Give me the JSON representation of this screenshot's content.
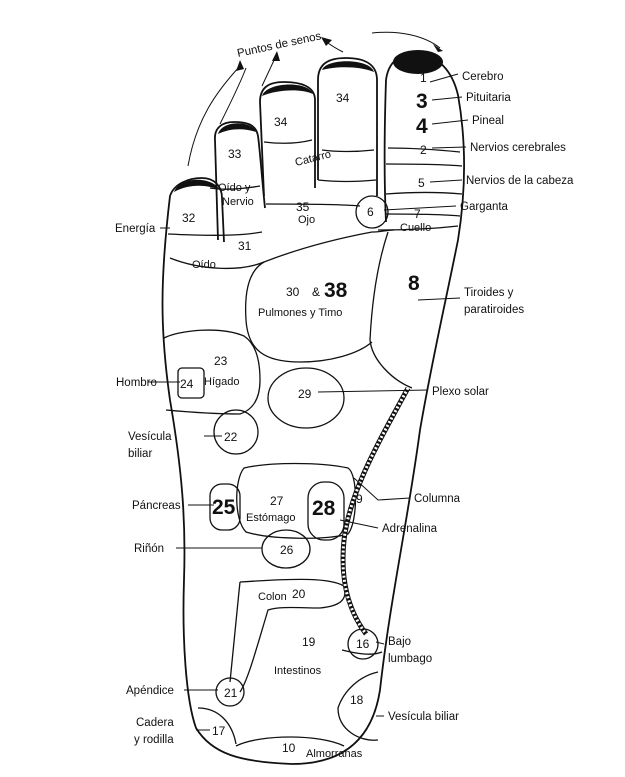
{
  "header": {
    "sinus_label": "Puntos de senos"
  },
  "labels_right": {
    "cerebro": "Cerebro",
    "pituitaria": "Pituitaria",
    "pineal": "Pineal",
    "nervios_cerebrales": "Nervios cerebrales",
    "nervios_cabeza": "Nervios de la cabeza",
    "garganta": "Garganta",
    "tiroides_1": "Tiroides y",
    "tiroides_2": "paratiroides",
    "plexo_solar": "Plexo solar",
    "columna": "Columna",
    "adrenalina": "Adrenalina",
    "bajo_lumbago_1": "Bajo",
    "bajo_lumbago_2": "lumbago",
    "vesicula_biliar_right": "Vesícula biliar"
  },
  "labels_left": {
    "energia": "Energía",
    "hombro": "Hombro",
    "vesicula_1": "Vesícula",
    "vesicula_2": "biliar",
    "pancreas": "Páncreas",
    "rinon": "Riñón",
    "apendice": "Apéndice",
    "cadera_1": "Cadera",
    "cadera_2": "y rodilla"
  },
  "zones": {
    "catarro": "Catarro",
    "oido_nervio_1": "Oído y",
    "oido_nervio_2": "Nervio",
    "ojo": "Ojo",
    "oido": "Oído",
    "cuello": "Cuello",
    "pulmones": "Pulmones y Timo",
    "higado": "Hígado",
    "estomago": "Estómago",
    "colon": "Colon",
    "intestinos": "Intestinos",
    "almorranas": "Almorranas"
  },
  "numbers": {
    "n1": "1",
    "n3": "3",
    "n4": "4",
    "n2": "2",
    "n5": "5",
    "n6": "6",
    "n7": "7",
    "n8": "8",
    "n9": "9",
    "n10": "10",
    "n16": "16",
    "n17": "17",
    "n18": "18",
    "n19": "19",
    "n20": "20",
    "n21": "21",
    "n22": "22",
    "n23": "23",
    "n24": "24",
    "n25": "25",
    "n26": "26",
    "n27": "27",
    "n28": "28",
    "n29": "29",
    "n30": "30",
    "n30_amp": "&",
    "n38": "38",
    "n31": "31",
    "n32": "32",
    "n33": "33",
    "n34a": "34",
    "n34b": "34",
    "n35": "35"
  }
}
